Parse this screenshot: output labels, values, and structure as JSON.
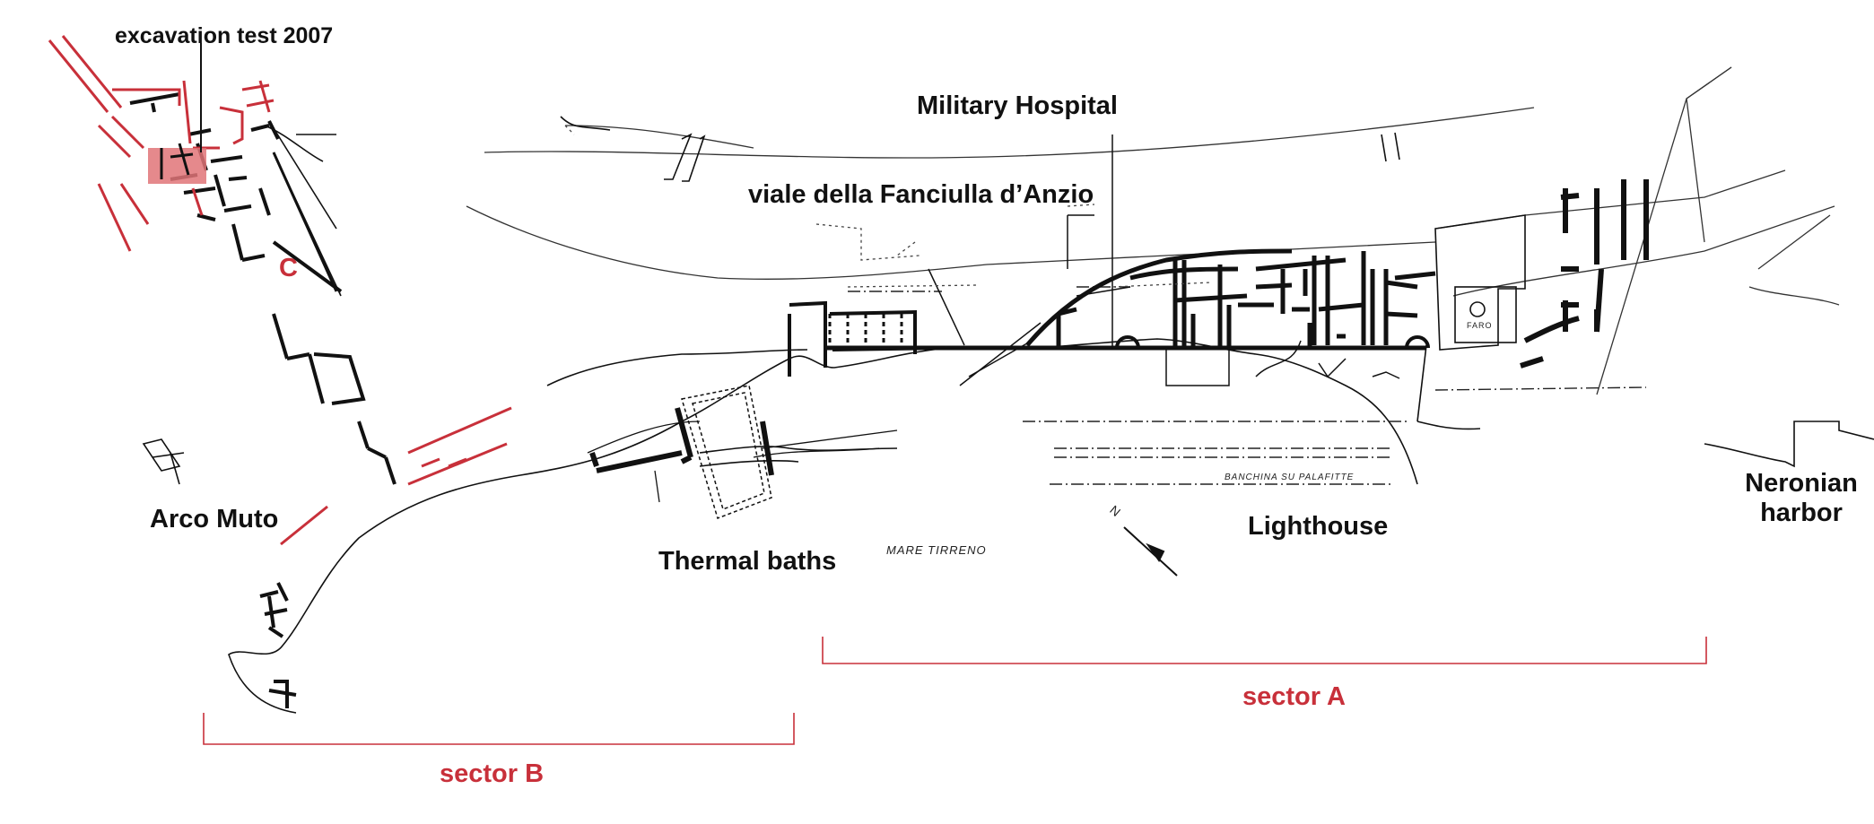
{
  "labels": {
    "excavation": "excavation test 2007",
    "military_hospital": "Military Hospital",
    "viale": "viale della Fanciulla d’Anzio",
    "sector_c": "C",
    "arco_muto": "Arco Muto",
    "thermal_baths": "Thermal baths",
    "mare": "MARE  TIRRENO",
    "lighthouse": "Lighthouse",
    "neronian_line1": "Neronian",
    "neronian_line2": "harbor",
    "sector_a": "sector A",
    "sector_b": "sector B",
    "banchina": "BANCHINA  SU  PALAFITTE",
    "faro": "FARO",
    "north": "N"
  },
  "colors": {
    "ink": "#111111",
    "red": "#c8303a",
    "excavation_fill": "#e07478"
  }
}
